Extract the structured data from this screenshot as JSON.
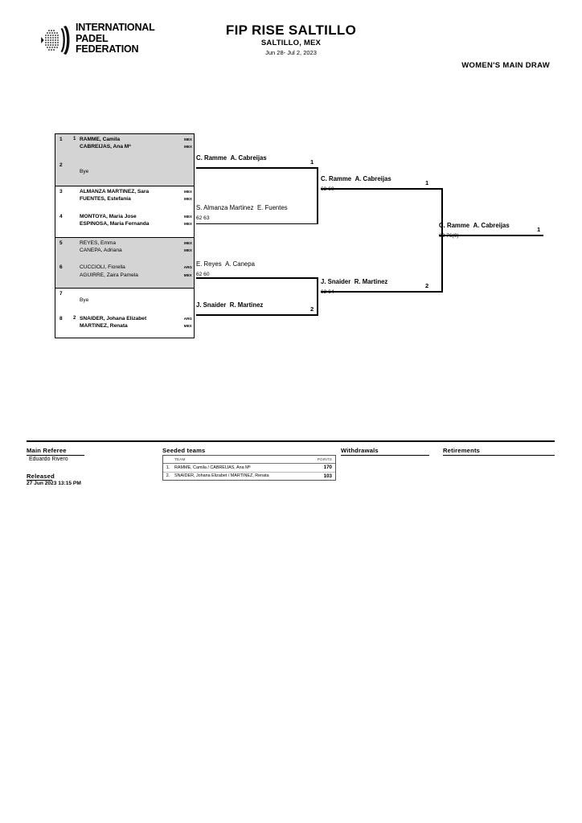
{
  "header": {
    "logo": {
      "line1": "INTERNATIONAL",
      "line2": "PADEL",
      "line3": "FEDERATION",
      "icon": "ipf-ball-logo"
    },
    "title": "FIP RISE SALTILLO",
    "city": "SALTILLO, MEX",
    "dates": "Jun 28- Jul 2, 2023",
    "draw_label": "WOMEN'S MAIN DRAW"
  },
  "bracket": {
    "round1": [
      {
        "num": "1",
        "seed": "1",
        "bye": "",
        "p1": "RAMME, Camila",
        "p2": "CABREIJAS, Ana Mª",
        "c1": "MEX",
        "c2": "MEX",
        "shaded": true,
        "bold": true
      },
      {
        "num": "2",
        "seed": "",
        "bye": "Bye",
        "p1": "",
        "p2": "",
        "c1": "",
        "c2": "",
        "shaded": true,
        "bold": false
      },
      {
        "num": "3",
        "seed": "",
        "bye": "",
        "p1": "ALMANZA MARTINEZ, Sara",
        "p2": "FUENTES, Estefanía",
        "c1": "MEX",
        "c2": "MEX",
        "shaded": false,
        "bold": true
      },
      {
        "num": "4",
        "seed": "",
        "bye": "",
        "p1": "MONTOYA, Maria Jose",
        "p2": "ESPINOSA, Maria Fernanda",
        "c1": "MEX",
        "c2": "MEX",
        "shaded": false,
        "bold": true
      },
      {
        "num": "5",
        "seed": "",
        "bye": "",
        "p1": "REYES, Emma",
        "p2": "CANEPA, Adriana",
        "c1": "MEX",
        "c2": "MEX",
        "shaded": true,
        "bold": false
      },
      {
        "num": "6",
        "seed": "",
        "bye": "",
        "p1": "CUCCIOLI, Fiorella",
        "p2": "AGUIRRE, Zaira Pamela",
        "c1": "ARG",
        "c2": "MEX",
        "shaded": true,
        "bold": false
      },
      {
        "num": "7",
        "seed": "",
        "bye": "Bye",
        "p1": "",
        "p2": "",
        "c1": "",
        "c2": "",
        "shaded": false,
        "bold": false
      },
      {
        "num": "8",
        "seed": "2",
        "bye": "",
        "p1": "SNAIDER, Johana Elizabet",
        "p2": "MARTINEZ, Renata",
        "c1": "ARG",
        "c2": "MEX",
        "shaded": false,
        "bold": true
      }
    ],
    "round2": [
      {
        "nm1": "C. Ramme",
        "nm2": "A. Cabreijas",
        "score": "",
        "seed": "1",
        "bold": true
      },
      {
        "nm1": "S. Almanza Martinez",
        "nm2": "E. Fuentes",
        "score": "62 63",
        "seed": "",
        "bold": false
      },
      {
        "nm1": "E. Reyes",
        "nm2": "A. Canepa",
        "score": "62 60",
        "seed": "",
        "bold": false
      },
      {
        "nm1": "J. Snaider",
        "nm2": "R. Martinez",
        "score": "",
        "seed": "2",
        "bold": true
      }
    ],
    "semifinals": [
      {
        "nm1": "C. Ramme",
        "nm2": "A. Cabreijas",
        "score": "63 60",
        "seed": "1",
        "bold": true
      },
      {
        "nm1": "J. Snaider",
        "nm2": "R. Martinez",
        "score": "62 64",
        "seed": "2",
        "bold": true
      }
    ],
    "final": [
      {
        "nm1": "C. Ramme",
        "nm2": "A. Cabreijas",
        "score": "62 76(0)",
        "seed": "1",
        "bold": true
      }
    ]
  },
  "footer": {
    "main_referee_label": "Main Referee",
    "main_referee_name": "Eduardo Rivero",
    "released_label": "Released",
    "released_value": "27 Jun 2023 13:15 PM",
    "seeded_teams_label": "Seeded teams",
    "withdrawals_label": "Withdrawals",
    "retirements_label": "Retirements",
    "seed_table": {
      "columns": [
        "",
        "TEAM",
        "POINTS"
      ],
      "rows": [
        {
          "num": "1.",
          "team": "RAMME, Camila / CABREIJAS, Ana Mª",
          "points": "170"
        },
        {
          "num": "2.",
          "team": "SNAIDER, Johana Elizabet / MARTINEZ, Renata",
          "points": "103"
        }
      ]
    }
  }
}
